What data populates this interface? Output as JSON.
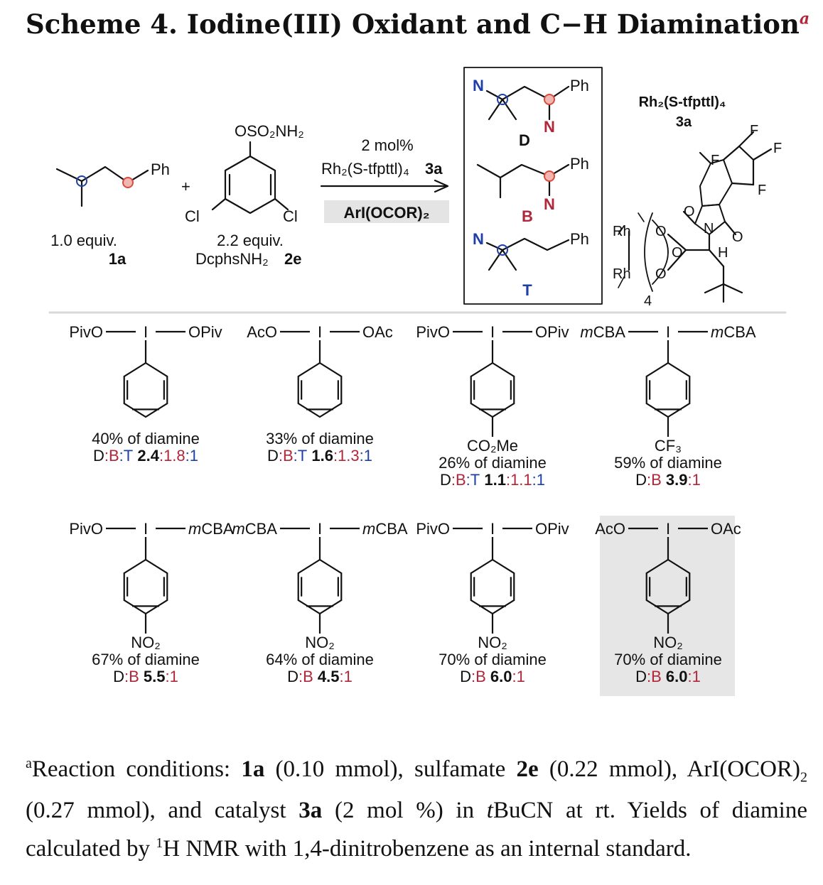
{
  "title": {
    "main": "Scheme 4. Iodine(III) Oxidant and C−H Diamination",
    "footnote_mark": "a"
  },
  "reaction": {
    "substrate": {
      "group": "Ph",
      "equiv": "1.0 equiv.",
      "label": "1a"
    },
    "plus": "+",
    "sulfamate": {
      "group": "OSO₂NH₂",
      "cl_left": "Cl",
      "cl_right": "Cl",
      "equiv": "2.2 equiv.",
      "name": "DcphsNH₂",
      "label": "2e"
    },
    "conditions": {
      "loading": "2 mol%",
      "catalyst": "Rh₂(S-tfpttl)₄",
      "catalyst_label": "3a",
      "oxidant": "ArI(OCOR)₂"
    },
    "products": [
      {
        "label": "D",
        "n_labels": [
          "N",
          "N"
        ],
        "group": "Ph"
      },
      {
        "label": "B",
        "n_labels": [
          "N"
        ],
        "group": "Ph"
      },
      {
        "label": "T",
        "n_labels": [
          "N"
        ],
        "group": "Ph"
      }
    ],
    "catalyst_structure": {
      "name": "Rh₂(S-tfpttl)₄",
      "label": "3a",
      "atoms": {
        "rh_top": "Rh",
        "rh_bottom": "Rh",
        "o": "O",
        "n": "N",
        "h": "H",
        "f": "F",
        "count": "4"
      }
    }
  },
  "colors": {
    "red": "#b2263a",
    "blue": "#1e3fa8",
    "black": "#111111",
    "highlight": "#e6e6e6",
    "divider": "#d8d8d8"
  },
  "oxidants": [
    {
      "top_left": "PivO",
      "iodine": "I",
      "top_right": "OPiv",
      "para": "",
      "yield": "40% of diamine",
      "ratio_labels": "D:B:T",
      "ratio": [
        "2.4",
        "1.8",
        "1"
      ],
      "highlighted": false
    },
    {
      "top_left": "AcO",
      "iodine": "I",
      "top_right": "OAc",
      "para": "",
      "yield": "33% of diamine",
      "ratio_labels": "D:B:T",
      "ratio": [
        "1.6",
        "1.3",
        "1"
      ],
      "highlighted": false
    },
    {
      "top_left": "PivO",
      "iodine": "I",
      "top_right": "OPiv",
      "para": "CO₂Me",
      "yield": "26% of diamine",
      "ratio_labels": "D:B:T",
      "ratio": [
        "1.1",
        "1.1",
        "1"
      ],
      "highlighted": false
    },
    {
      "top_left": "mCBA",
      "iodine": "I",
      "top_right": "mCBA",
      "para": "CF₃",
      "yield": "59% of diamine",
      "ratio_labels": "D:B",
      "ratio": [
        "3.9",
        "1"
      ],
      "highlighted": false
    },
    {
      "top_left": "PivO",
      "iodine": "I",
      "top_right": "mCBA",
      "para": "NO₂",
      "yield": "67% of diamine",
      "ratio_labels": "D:B",
      "ratio": [
        "5.5",
        "1"
      ],
      "highlighted": false
    },
    {
      "top_left": "mCBA",
      "iodine": "I",
      "top_right": "mCBA",
      "para": "NO₂",
      "yield": "64% of diamine",
      "ratio_labels": "D:B",
      "ratio": [
        "4.5",
        "1"
      ],
      "highlighted": false
    },
    {
      "top_left": "PivO",
      "iodine": "I",
      "top_right": "OPiv",
      "para": "NO₂",
      "yield": "70% of diamine",
      "ratio_labels": "D:B",
      "ratio": [
        "6.0",
        "1"
      ],
      "highlighted": false
    },
    {
      "top_left": "AcO",
      "iodine": "I",
      "top_right": "OAc",
      "para": "NO₂",
      "yield": "70% of diamine",
      "ratio_labels": "D:B",
      "ratio": [
        "6.0",
        "1"
      ],
      "highlighted": true
    }
  ],
  "footnote": {
    "mark": "a",
    "p1": "Reaction conditions: ",
    "b1": "1a",
    "p2": " (0.10 mmol), sulfamate ",
    "b2": "2e",
    "p3": " (0.22 mmol), ArI(OCOR)",
    "sub1": "2",
    "p4": " (0.27 mmol), and catalyst ",
    "b3": "3a",
    "p5": " (2 mol %) in ",
    "i1": "t",
    "p6": "BuCN at rt. Yields of diamine calculated by ",
    "sup1": "1",
    "p7": "H NMR with 1,4-dinitrobenzene as an internal standard."
  }
}
